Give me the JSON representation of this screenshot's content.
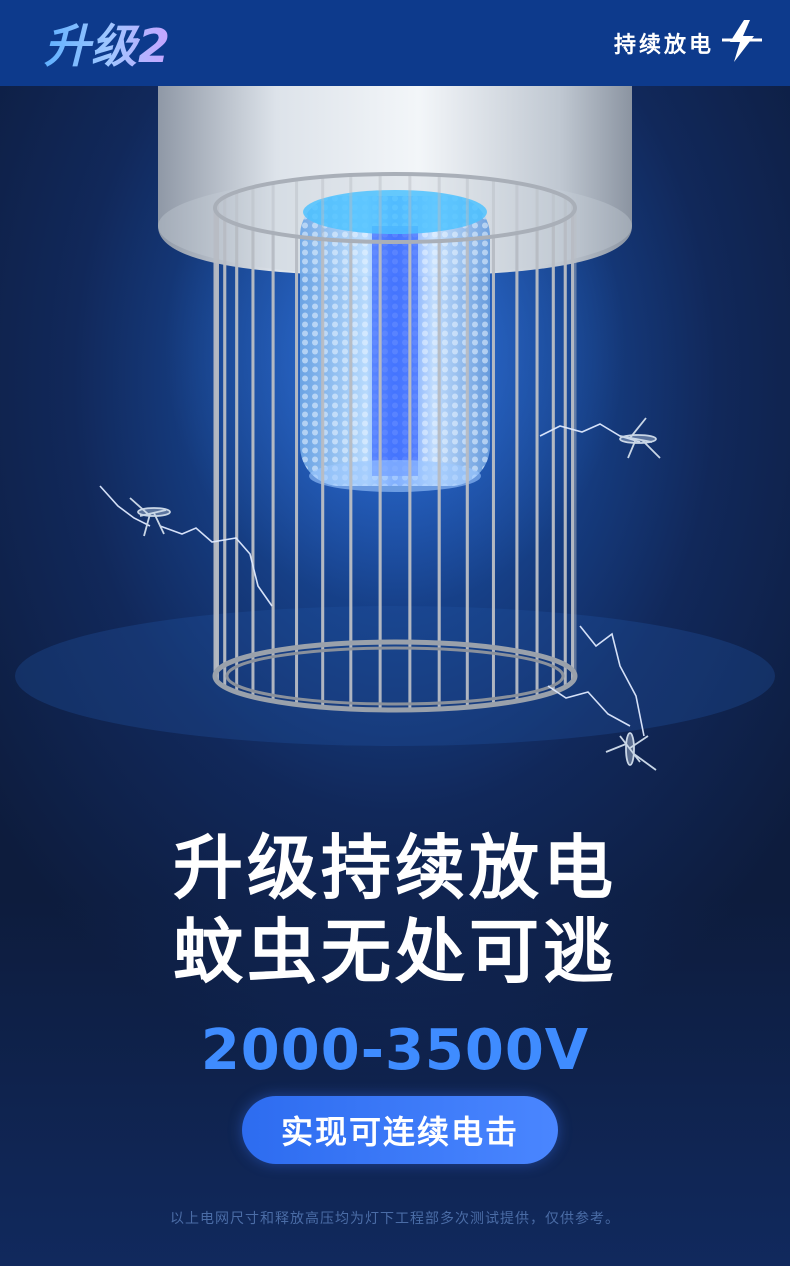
{
  "header": {
    "badge": "升级2",
    "label": "持续放电"
  },
  "headline": {
    "line1": "升级持续放电",
    "line2": "蚊虫无处可逃"
  },
  "voltage": "2000-3500V",
  "pill_label": "实现可连续电击",
  "footnote": "以上电网尺寸和释放高压均为灯下工程部多次测试提供，仅供参考。",
  "colors": {
    "header_bg": "#0d3a8c",
    "voltage": "#3f8cff",
    "pill": "#2d6cf0"
  }
}
